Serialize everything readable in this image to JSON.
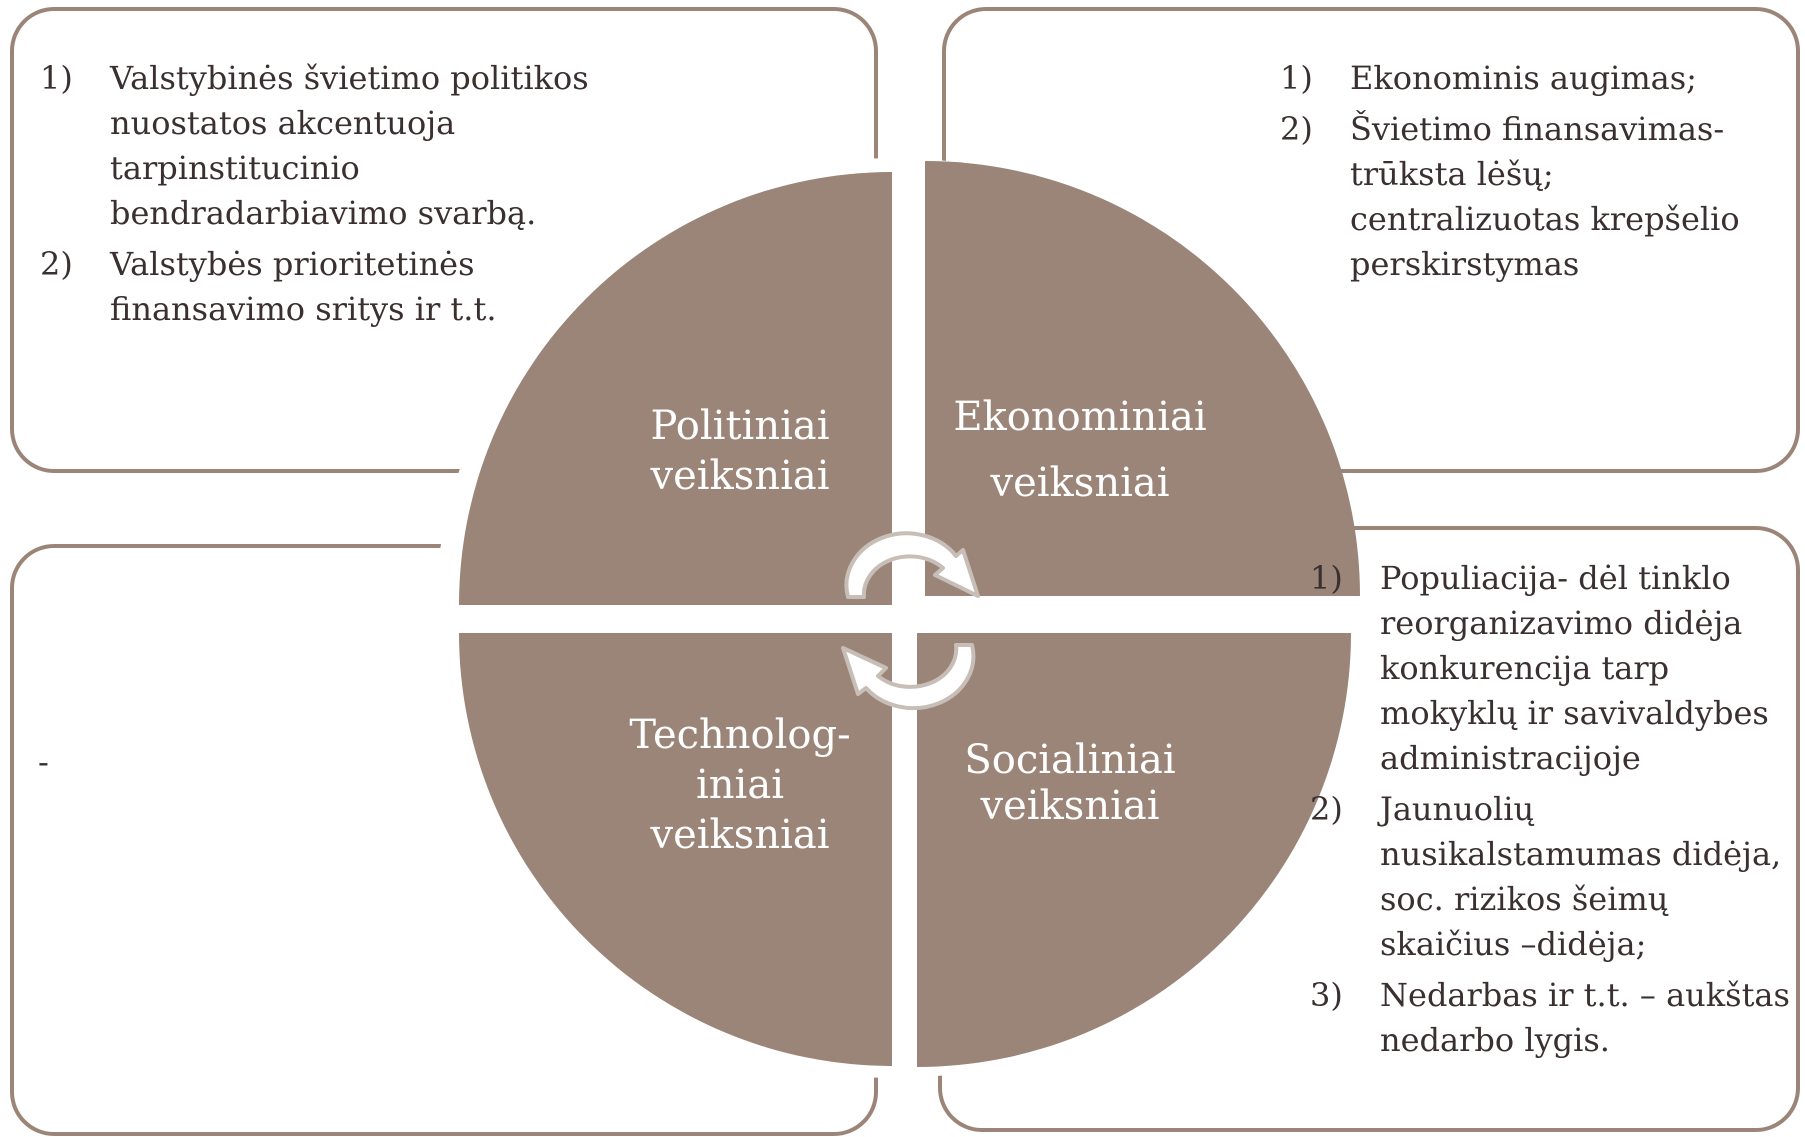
{
  "colors": {
    "quadrant_fill": "#9b8578",
    "box_border": "#9b8578",
    "arrow_fill": "#ffffff",
    "arrow_stroke": "#c8beb8",
    "text": "#3a3030"
  },
  "quadrants": {
    "political": {
      "label": "Politiniai veiksniai"
    },
    "economic": {
      "label_line1": "Ekonominiai",
      "label_line2": "veiksniai"
    },
    "technological": {
      "label_line1": "Technolog-",
      "label_line2": "iniai",
      "label_line3": "veiksniai"
    },
    "social": {
      "label_line1": "Socialiniai",
      "label_line2": "veiksniai"
    }
  },
  "boxes": {
    "political": {
      "items": [
        {
          "num": "1)",
          "text": "Valstybinės švietimo politikos nuostatos akcentuoja tarpinstitucinio bendradarbiavimo svarbą."
        },
        {
          "num": "2)",
          "text": "Valstybės prioritetinės finansavimo sritys ir t.t."
        }
      ]
    },
    "economic": {
      "items": [
        {
          "num": "1)",
          "text": "Ekonominis augimas;"
        },
        {
          "num": "2)",
          "text": "Švietimo finansavimas- trūksta lėšų; centralizuotas krepšelio perskirstymas"
        }
      ]
    },
    "technological": {
      "text": "-"
    },
    "social": {
      "items": [
        {
          "num": "1)",
          "text": "Populiacija- dėl tinklo reorganizavimo didėja konkurencija tarp mokyklų ir savivaldybes administracijoje"
        },
        {
          "num": "2)",
          "text": "Jaunuolių nusikalstamumas didėja, soc. rizikos šeimų skaičius –didėja;"
        },
        {
          "num": "3)",
          "text": "Nedarbas ir t.t. – aukštas nedarbo lygis."
        }
      ]
    }
  }
}
